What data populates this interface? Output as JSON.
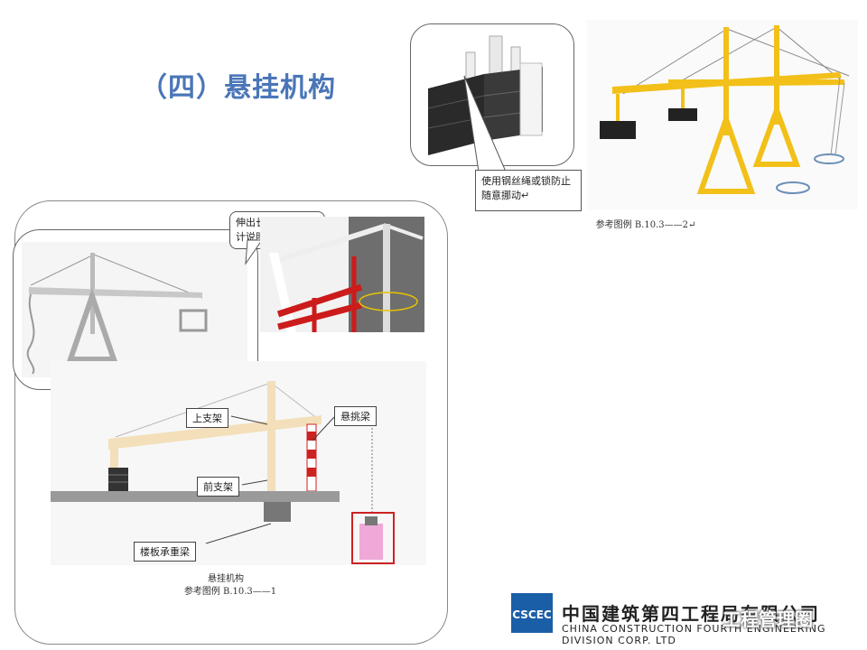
{
  "slide": {
    "title": "（四）悬挂机构"
  },
  "top_right": {
    "callout": "使用钢丝绳或锁防止随意挪动↵",
    "caption": "参考图例 B.10.3——2↵"
  },
  "left_panel": {
    "callout_top": "伸出长度要符合设计说明书要求",
    "labels": {
      "upper_frame": "上支架",
      "cantilever": "悬挑梁",
      "front_frame": "前支架",
      "floor_beam": "楼板承重梁"
    },
    "caption_title": "悬挂机构",
    "caption_ref": "参考图例 B.10.3——1"
  },
  "footer": {
    "company_cn": "中国建筑第四工程局有限公司",
    "company_en": "CHINA CONSTRUCTION FOURTH ENGINEERING DIVISION CORP. LTD",
    "watermark": "工程管理圈"
  },
  "colors": {
    "title": "#4a76b8",
    "logo": "#1b5ea8",
    "frame_yellow": "#f2c019",
    "beam_beige": "#f3dfb9"
  }
}
